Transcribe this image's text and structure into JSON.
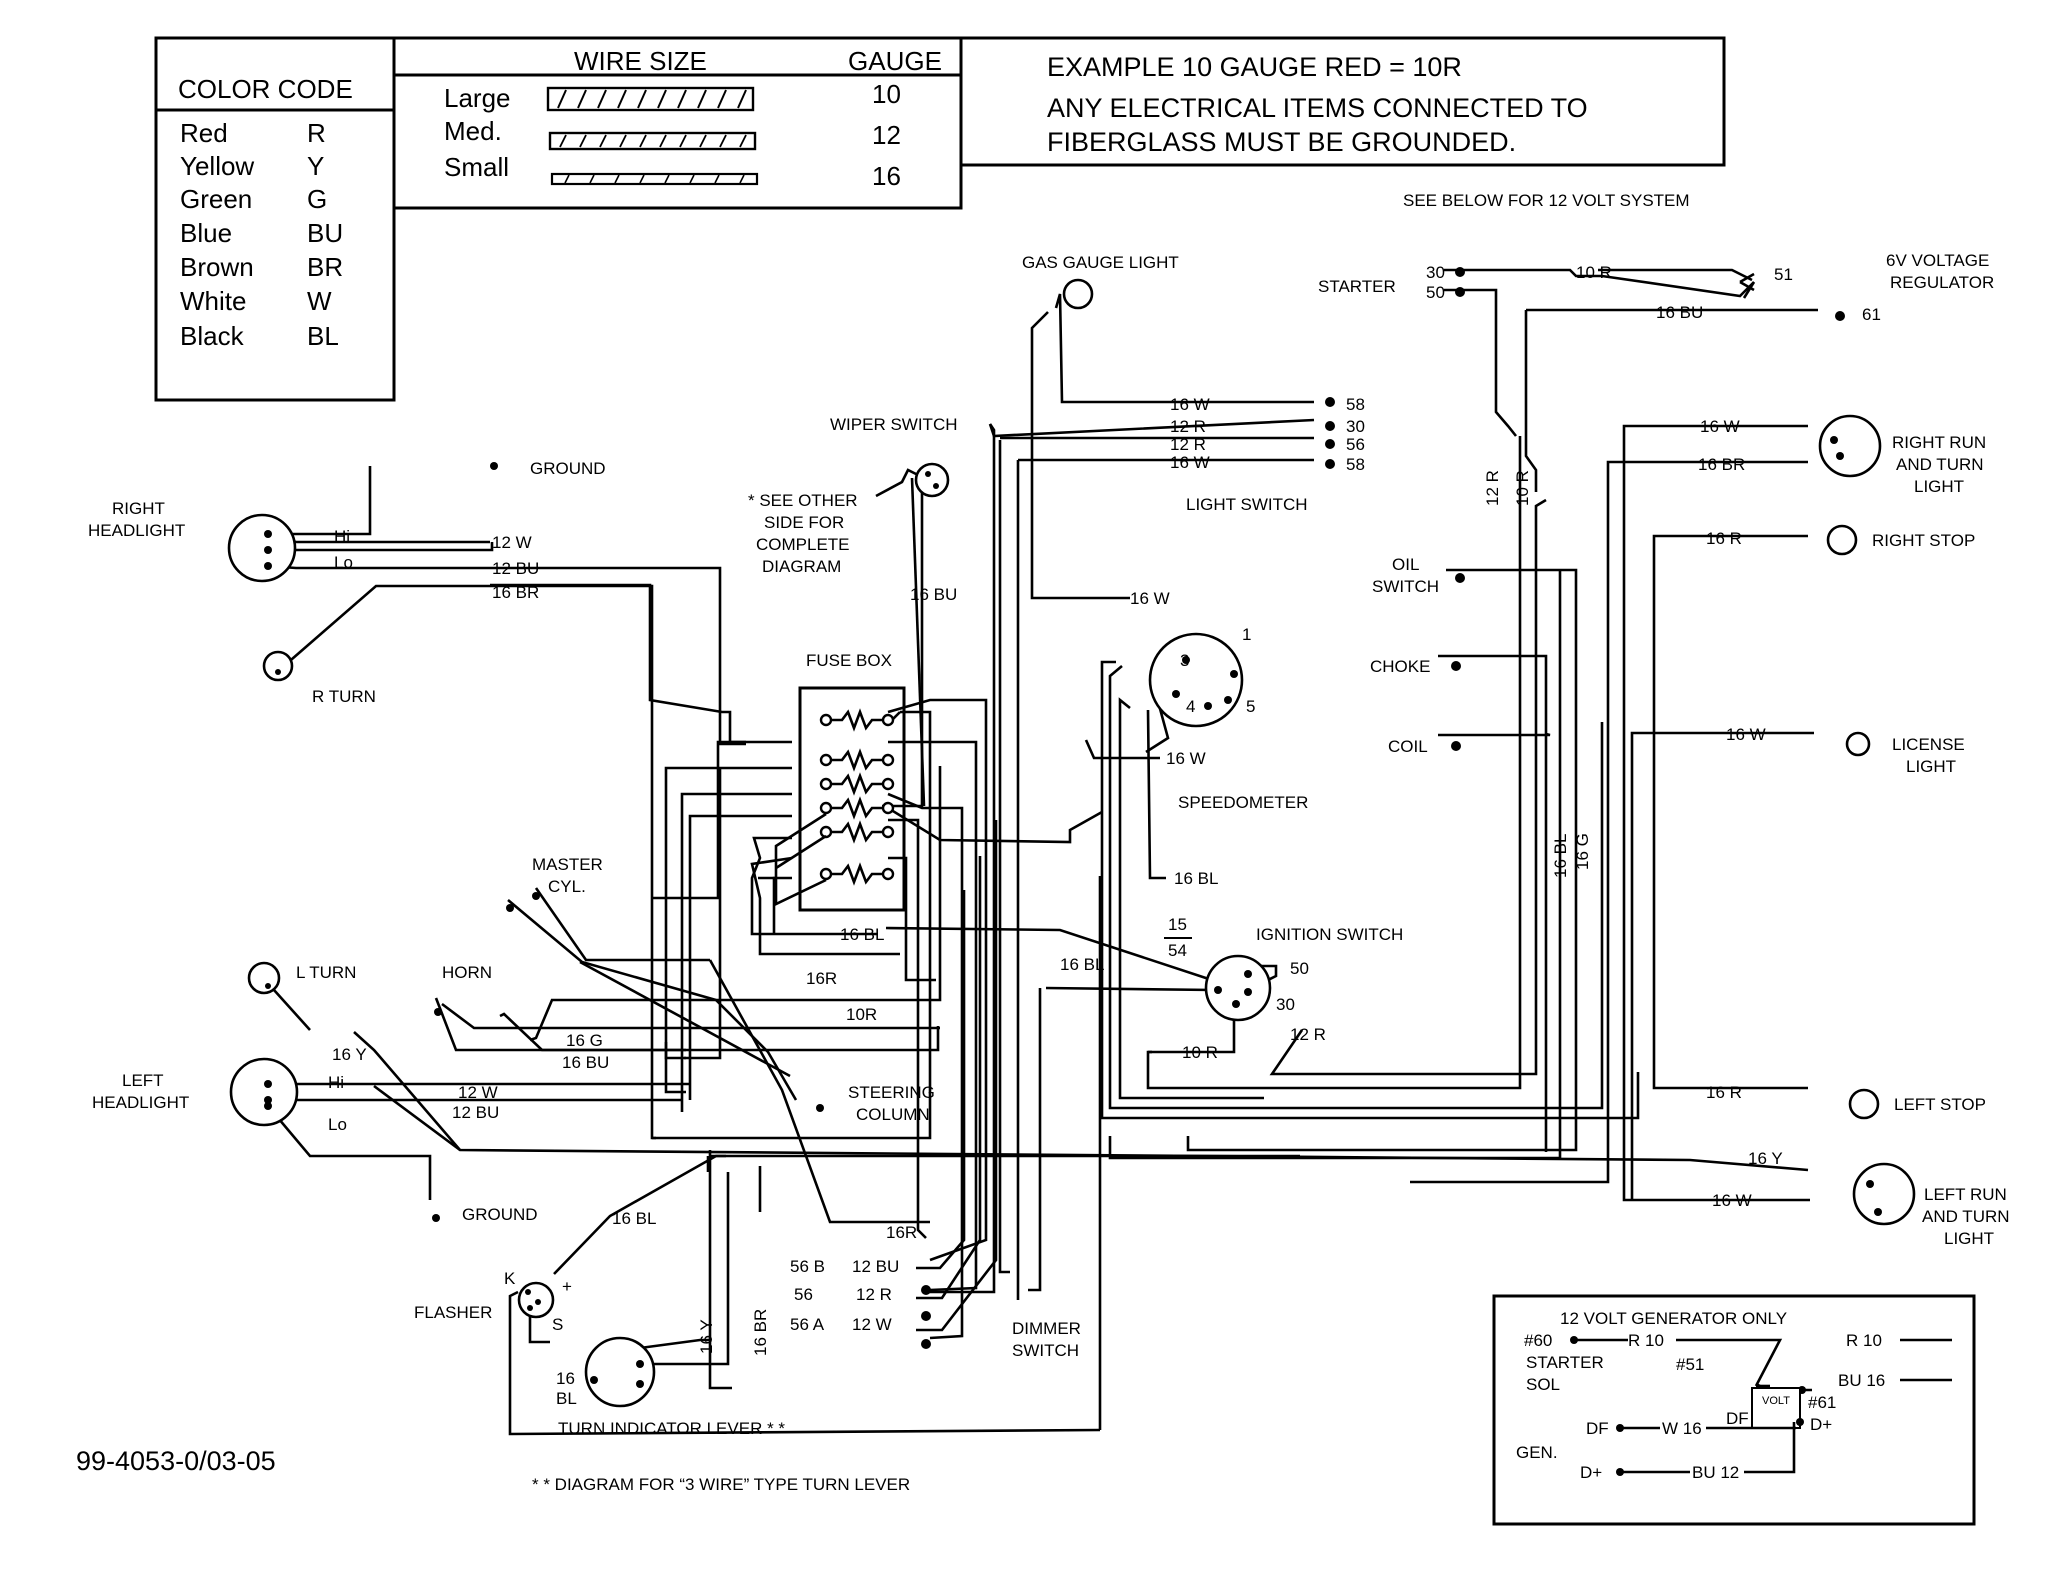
{
  "legend": {
    "color_code_title": "COLOR CODE",
    "colors": [
      {
        "name": "Red",
        "code": "R"
      },
      {
        "name": "Yellow",
        "code": "Y"
      },
      {
        "name": "Green",
        "code": "G"
      },
      {
        "name": "Blue",
        "code": "BU"
      },
      {
        "name": "Brown",
        "code": "BR"
      },
      {
        "name": "White",
        "code": "W"
      },
      {
        "name": "Black",
        "code": "BL"
      }
    ],
    "wire_size_title": "WIRE SIZE",
    "gauge_title": "GAUGE",
    "sizes": [
      {
        "name": "Large",
        "gauge": "10"
      },
      {
        "name": "Med.",
        "gauge": "12"
      },
      {
        "name": "Small",
        "gauge": "16"
      }
    ],
    "example_line1": "EXAMPLE 10 GAUGE RED = 10R",
    "example_line2": "ANY ELECTRICAL ITEMS CONNECTED TO",
    "example_line3": "FIBERGLASS MUST BE GROUNDED.",
    "see_below": "SEE BELOW FOR 12 VOLT SYSTEM"
  },
  "components": {
    "right_headlight": [
      "RIGHT",
      "HEADLIGHT"
    ],
    "left_headlight": [
      "LEFT",
      "HEADLIGHT"
    ],
    "ground_top": "GROUND",
    "ground_bottom": "GROUND",
    "r_turn": "R TURN",
    "l_turn": "L TURN",
    "horn": "HORN",
    "master_cyl": [
      "MASTER",
      "CYL."
    ],
    "steering_column": [
      "STEERING",
      "COLUMN"
    ],
    "flasher": "FLASHER",
    "flasher_k": "K",
    "flasher_plus": "+",
    "flasher_s": "S",
    "turn_indicator_lever": "TURN INDICATOR LEVER * *",
    "wiper_switch": "WIPER SWITCH",
    "see_other_side": [
      "* SEE OTHER",
      "SIDE FOR",
      "COMPLETE",
      "DIAGRAM"
    ],
    "fuse_box": "FUSE BOX",
    "gas_gauge_light": "GAS GAUGE LIGHT",
    "light_switch": "LIGHT SWITCH",
    "speedometer": "SPEEDOMETER",
    "speedo_pins": [
      "1",
      "3",
      "4",
      "5"
    ],
    "ignition_switch": "IGNITION SWITCH",
    "ign_15": "15",
    "ign_54": "54",
    "ign_50": "50",
    "ign_30": "30",
    "dimmer_switch": [
      "DIMMER",
      "SWITCH"
    ],
    "starter": "STARTER",
    "regulator": [
      "6V VOLTAGE",
      "REGULATOR"
    ],
    "oil_switch": [
      "OIL",
      "SWITCH"
    ],
    "choke": "CHOKE",
    "coil": "COIL",
    "right_run_turn": [
      "RIGHT RUN",
      "AND TURN",
      "LIGHT"
    ],
    "right_stop": "RIGHT STOP",
    "license_light": [
      "LICENSE",
      "LIGHT"
    ],
    "left_stop": "LEFT STOP",
    "left_run_turn": [
      "LEFT RUN",
      "AND TURN",
      "LIGHT"
    ]
  },
  "wire_labels": {
    "hi_r": "Hi",
    "lo_r": "Lo",
    "w12_r": "12 W",
    "bu12_r": "12 BU",
    "br16_r": "16 BR",
    "hi_l": "Hi",
    "lo_l": "Lo",
    "w12_l": "12 W",
    "bu12_l": "12 BU",
    "y16_l": "16 Y",
    "bu16_wiper": "16 BU",
    "bl16_fuse": "16 BL",
    "r16_mc": "16R",
    "r10_ign": "10R",
    "g16_horn": "16 G",
    "bu16_horn": "16 BU",
    "bl16_flasher": "16 BL",
    "r16_bottom": "16R",
    "y16_lever": "16 Y",
    "br16_lever": "16 BR",
    "bl16_lever": "16",
    "bl16_lever2": "BL",
    "w16_ls1": "16 W",
    "r12_ls1": "12 R",
    "r12_ls2": "12 R",
    "w16_ls2": "16 W",
    "pin58a": "58",
    "pin30": "30",
    "pin56": "56",
    "pin58b": "58",
    "w16_speedo_top": "16 W",
    "w16_speedo_bot": "16 W",
    "bl16_speedo": "16 BL",
    "bl16_ign": "16 BL",
    "r12_ign": "12 R",
    "r10_ign2": "10 R",
    "start_30": "30",
    "start_50": "50",
    "r10_reg": "10 R",
    "bu16_reg": "16 BU",
    "reg_51": "51",
    "reg_61": "61",
    "r12_vert": "12 R",
    "r10_vert": "10 R",
    "bl16_vert": "16 BL",
    "g16_vert": "16 G",
    "w16_rrt": "16 W",
    "br16_rrt": "16 BR",
    "r16_rs": "16 R",
    "w16_lic": "16 W",
    "r16_ls": "16 R",
    "y16_lrt": "16 Y",
    "w16_lrt": "16 W",
    "dim_56b": "56 B",
    "dim_56": "56",
    "dim_56a": "56 A",
    "dim_bu12": "12 BU",
    "dim_r12": "12 R",
    "dim_w12": "12 W"
  },
  "generator_box": {
    "title": "12 VOLT GENERATOR ONLY",
    "n60": "#60",
    "r10_left": "R  10",
    "starter": "STARTER",
    "sol": "SOL",
    "n51": "#51",
    "r10_right": "R  10",
    "bu16_right": "BU  16",
    "volt": "VOLT",
    "n61": "#61",
    "d_plus_right": "D+",
    "df_left": "DF",
    "w16": "W 16",
    "df_box": "DF",
    "gen": "GEN.",
    "d_plus_left": "D+",
    "bu12": "BU 12"
  },
  "footer": {
    "part_number": "99-4053-0/03-05",
    "note": "* * DIAGRAM FOR “3 WIRE” TYPE TURN LEVER"
  }
}
